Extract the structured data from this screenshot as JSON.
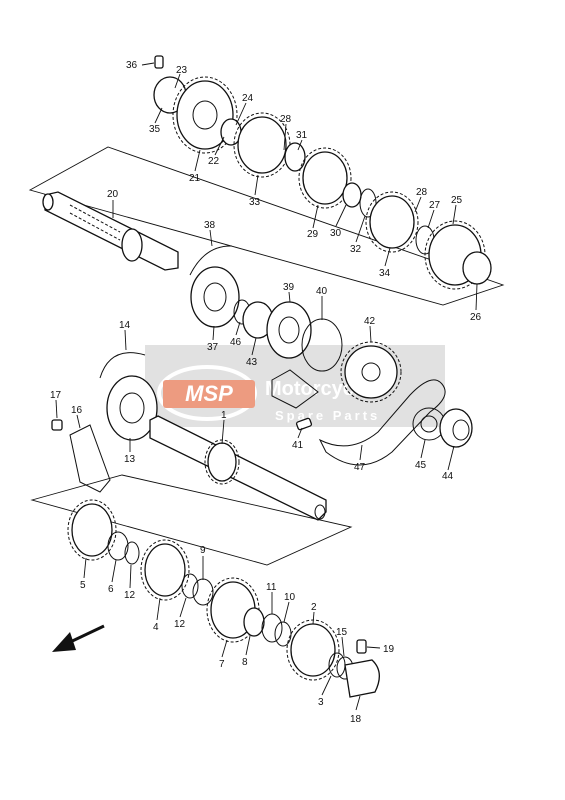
{
  "watermark": {
    "logo_text": "MSP",
    "brand_text": "Motorcycle",
    "sub_text": "Spare Parts",
    "band_color": "#c9c9c9",
    "logo_color": "#e04a1a"
  },
  "direction_arrow": {
    "icon": "arrow-down-left-icon"
  },
  "parts": [
    {
      "id": "p36",
      "label": "36"
    },
    {
      "id": "p23",
      "label": "23"
    },
    {
      "id": "p35",
      "label": "35"
    },
    {
      "id": "p24",
      "label": "24"
    },
    {
      "id": "p28a",
      "label": "28"
    },
    {
      "id": "p31",
      "label": "31"
    },
    {
      "id": "p22",
      "label": "22"
    },
    {
      "id": "p21",
      "label": "21"
    },
    {
      "id": "p33",
      "label": "33"
    },
    {
      "id": "p20",
      "label": "20"
    },
    {
      "id": "p28b",
      "label": "28"
    },
    {
      "id": "p27",
      "label": "27"
    },
    {
      "id": "p25",
      "label": "25"
    },
    {
      "id": "p29",
      "label": "29"
    },
    {
      "id": "p30",
      "label": "30"
    },
    {
      "id": "p32",
      "label": "32"
    },
    {
      "id": "p34",
      "label": "34"
    },
    {
      "id": "p26",
      "label": "26"
    },
    {
      "id": "p38",
      "label": "38"
    },
    {
      "id": "p39",
      "label": "39"
    },
    {
      "id": "p40",
      "label": "40"
    },
    {
      "id": "p42",
      "label": "42"
    },
    {
      "id": "p37",
      "label": "37"
    },
    {
      "id": "p46",
      "label": "46"
    },
    {
      "id": "p43",
      "label": "43"
    },
    {
      "id": "p14",
      "label": "14"
    },
    {
      "id": "p17",
      "label": "17"
    },
    {
      "id": "p16",
      "label": "16"
    },
    {
      "id": "p1",
      "label": "1"
    },
    {
      "id": "p13",
      "label": "13"
    },
    {
      "id": "p41",
      "label": "41"
    },
    {
      "id": "p45",
      "label": "45"
    },
    {
      "id": "p44",
      "label": "44"
    },
    {
      "id": "p47",
      "label": "47"
    },
    {
      "id": "p9",
      "label": "9"
    },
    {
      "id": "p5",
      "label": "5"
    },
    {
      "id": "p6",
      "label": "6"
    },
    {
      "id": "p12a",
      "label": "12"
    },
    {
      "id": "p4",
      "label": "4"
    },
    {
      "id": "p12b",
      "label": "12"
    },
    {
      "id": "p11",
      "label": "11"
    },
    {
      "id": "p10",
      "label": "10"
    },
    {
      "id": "p2",
      "label": "2"
    },
    {
      "id": "p7",
      "label": "7"
    },
    {
      "id": "p8",
      "label": "8"
    },
    {
      "id": "p15",
      "label": "15"
    },
    {
      "id": "p19",
      "label": "19"
    },
    {
      "id": "p3",
      "label": "3"
    },
    {
      "id": "p18",
      "label": "18"
    }
  ]
}
